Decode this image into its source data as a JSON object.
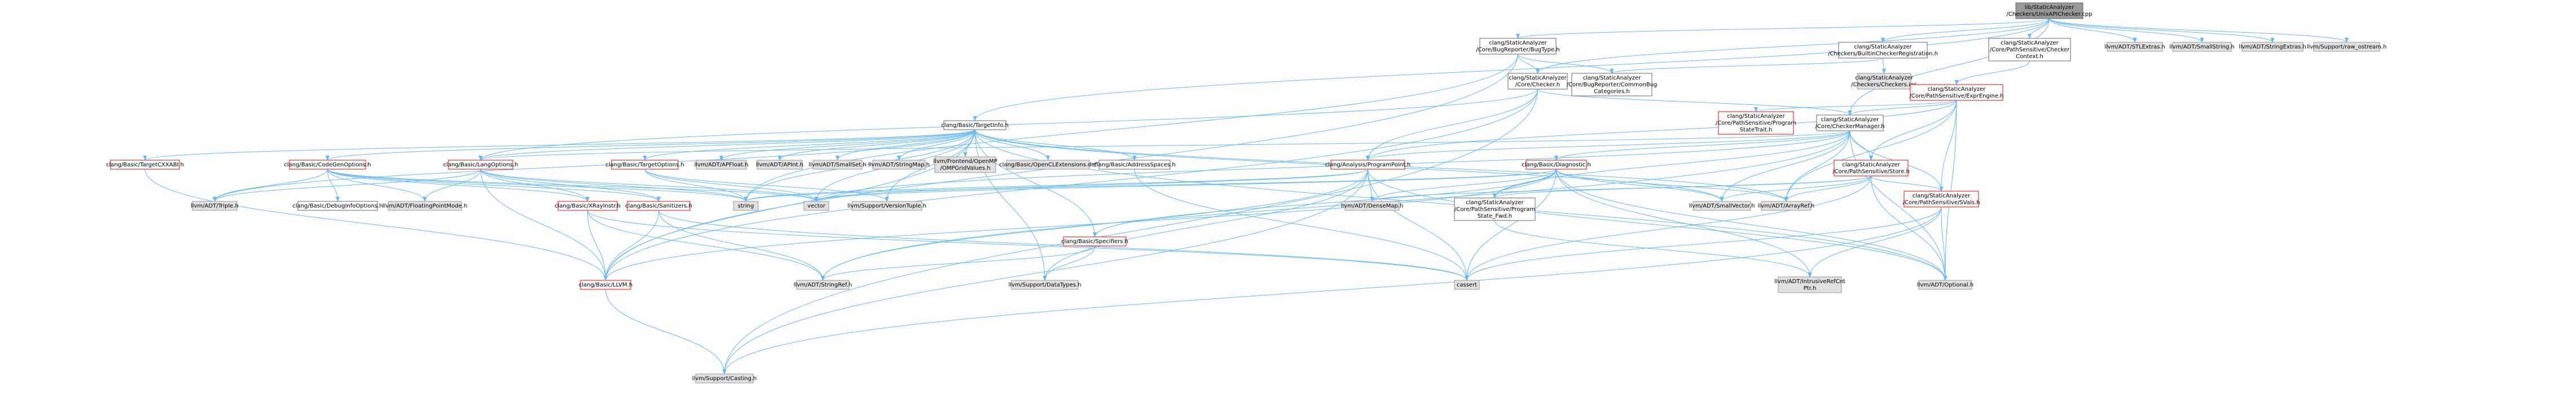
{
  "graph": {
    "nodes": [
      {
        "id": "root",
        "lines": [
          "lib/StaticAnalyzer",
          "/Checkers/UnixAPIChecker.cpp"
        ],
        "kind": "root"
      },
      {
        "id": "bugtype",
        "lines": [
          "clang/StaticAnalyzer",
          "/Core/BugReporter/BugType.h"
        ],
        "kind": "normal"
      },
      {
        "id": "bicr",
        "lines": [
          "clang/StaticAnalyzer",
          "/Checkers/BuiltinCheckerRegistration.h"
        ],
        "kind": "normal"
      },
      {
        "id": "checkerctx",
        "lines": [
          "clang/StaticAnalyzer",
          "/Core/PathSensitive/Checker",
          "Context.h"
        ],
        "kind": "normal"
      },
      {
        "id": "stlextras",
        "lines": [
          "llvm/ADT/STLExtras.h"
        ],
        "kind": "gray"
      },
      {
        "id": "smallstring",
        "lines": [
          "llvm/ADT/SmallString.h"
        ],
        "kind": "gray"
      },
      {
        "id": "stringextras",
        "lines": [
          "llvm/ADT/StringExtras.h"
        ],
        "kind": "gray"
      },
      {
        "id": "rawostream",
        "lines": [
          "llvm/Support/raw_ostream.h"
        ],
        "kind": "gray"
      },
      {
        "id": "checker",
        "lines": [
          "clang/StaticAnalyzer",
          "/Core/Checker.h"
        ],
        "kind": "normal"
      },
      {
        "id": "commonbugcat",
        "lines": [
          "clang/StaticAnalyzer",
          "/Core/BugReporter/CommonBug",
          "Categories.h"
        ],
        "kind": "normal"
      },
      {
        "id": "checkersinc",
        "lines": [
          "clang/StaticAnalyzer",
          "/Checkers/Checkers.inc"
        ],
        "kind": "gray"
      },
      {
        "id": "exprengine",
        "lines": [
          "clang/StaticAnalyzer",
          "/Core/PathSensitive/ExprEngine.h"
        ],
        "kind": "red"
      },
      {
        "id": "targetinfo",
        "lines": [
          "clang/Basic/TargetInfo.h"
        ],
        "kind": "normal"
      },
      {
        "id": "pstatetrait",
        "lines": [
          "clang/StaticAnalyzer",
          "/Core/PathSensitive/Program",
          "StateTrait.h"
        ],
        "kind": "red"
      },
      {
        "id": "checkermgr",
        "lines": [
          "clang/StaticAnalyzer",
          "/Core/CheckerManager.h"
        ],
        "kind": "normal"
      },
      {
        "id": "targetcxxabi",
        "lines": [
          "clang/Basic/TargetCXXABI.h"
        ],
        "kind": "red"
      },
      {
        "id": "codegenopts",
        "lines": [
          "clang/Basic/CodeGenOptions.h"
        ],
        "kind": "red"
      },
      {
        "id": "langopts",
        "lines": [
          "clang/Basic/LangOptions.h"
        ],
        "kind": "red"
      },
      {
        "id": "targetopts",
        "lines": [
          "clang/Basic/TargetOptions.h"
        ],
        "kind": "red"
      },
      {
        "id": "apfloat",
        "lines": [
          "llvm/ADT/APFloat.h"
        ],
        "kind": "gray"
      },
      {
        "id": "apint",
        "lines": [
          "llvm/ADT/APInt.h"
        ],
        "kind": "gray"
      },
      {
        "id": "smallset",
        "lines": [
          "llvm/ADT/SmallSet.h"
        ],
        "kind": "gray"
      },
      {
        "id": "stringmap",
        "lines": [
          "llvm/ADT/StringMap.h"
        ],
        "kind": "gray"
      },
      {
        "id": "openmp",
        "lines": [
          "llvm/Frontend/OpenMP",
          "/OMPGridValues.h"
        ],
        "kind": "gray"
      },
      {
        "id": "openclext",
        "lines": [
          "clang/Basic/OpenCLExtensions.def"
        ],
        "kind": "gray"
      },
      {
        "id": "addrspaces",
        "lines": [
          "clang/Basic/AddressSpaces.h"
        ],
        "kind": "normal"
      },
      {
        "id": "programpoint",
        "lines": [
          "clang/Analysis/ProgramPoint.h"
        ],
        "kind": "red"
      },
      {
        "id": "diagnostic",
        "lines": [
          "clang/Basic/Diagnostic.h"
        ],
        "kind": "red"
      },
      {
        "id": "store",
        "lines": [
          "clang/StaticAnalyzer",
          "/Core/PathSensitive/Store.h"
        ],
        "kind": "red"
      },
      {
        "id": "triple",
        "lines": [
          "llvm/ADT/Triple.h"
        ],
        "kind": "gray"
      },
      {
        "id": "debuginfo",
        "lines": [
          "clang/Basic/DebugInfoOptions.h"
        ],
        "kind": "normal"
      },
      {
        "id": "fpmode",
        "lines": [
          "llvm/ADT/FloatingPointMode.h"
        ],
        "kind": "gray"
      },
      {
        "id": "xray",
        "lines": [
          "clang/Basic/XRayInstr.h"
        ],
        "kind": "red"
      },
      {
        "id": "sanitizers",
        "lines": [
          "clang/Basic/Sanitizers.h"
        ],
        "kind": "red"
      },
      {
        "id": "string",
        "lines": [
          "string"
        ],
        "kind": "gray"
      },
      {
        "id": "vector",
        "lines": [
          "vector"
        ],
        "kind": "gray"
      },
      {
        "id": "versiontuple",
        "lines": [
          "llvm/Support/VersionTuple.h"
        ],
        "kind": "gray"
      },
      {
        "id": "specifiers",
        "lines": [
          "clang/Basic/Specifiers.h"
        ],
        "kind": "red"
      },
      {
        "id": "densemap",
        "lines": [
          "llvm/ADT/DenseMap.h"
        ],
        "kind": "gray"
      },
      {
        "id": "pstatefwd",
        "lines": [
          "clang/StaticAnalyzer",
          "/Core/PathSensitive/Program",
          "State_Fwd.h"
        ],
        "kind": "normal"
      },
      {
        "id": "smallvector",
        "lines": [
          "llvm/ADT/SmallVector.h"
        ],
        "kind": "gray"
      },
      {
        "id": "arrayref",
        "lines": [
          "llvm/ADT/ArrayRef.h"
        ],
        "kind": "gray"
      },
      {
        "id": "svals",
        "lines": [
          "clang/StaticAnalyzer",
          "/Core/PathSensitive/SVals.h"
        ],
        "kind": "red"
      },
      {
        "id": "llvmh",
        "lines": [
          "clang/Basic/LLVM.h"
        ],
        "kind": "red"
      },
      {
        "id": "stringref",
        "lines": [
          "llvm/ADT/StringRef.h"
        ],
        "kind": "gray"
      },
      {
        "id": "datatypes",
        "lines": [
          "llvm/Support/DataTypes.h"
        ],
        "kind": "gray"
      },
      {
        "id": "cassert",
        "lines": [
          "cassert"
        ],
        "kind": "gray"
      },
      {
        "id": "intrusiverefcnt",
        "lines": [
          "llvm/ADT/IntrusiveRefCnt",
          "Ptr.h"
        ],
        "kind": "gray"
      },
      {
        "id": "optional",
        "lines": [
          "llvm/ADT/Optional.h"
        ],
        "kind": "gray"
      },
      {
        "id": "casting",
        "lines": [
          "llvm/Support/Casting.h"
        ],
        "kind": "gray"
      }
    ],
    "edges": [
      [
        "root",
        "bugtype"
      ],
      [
        "root",
        "bicr"
      ],
      [
        "root",
        "checkerctx"
      ],
      [
        "root",
        "stlextras"
      ],
      [
        "root",
        "smallstring"
      ],
      [
        "root",
        "stringextras"
      ],
      [
        "root",
        "rawostream"
      ],
      [
        "root",
        "checker"
      ],
      [
        "root",
        "targetinfo"
      ],
      [
        "root",
        "checkermgr"
      ],
      [
        "bugtype",
        "checker"
      ],
      [
        "bugtype",
        "commonbugcat"
      ],
      [
        "bugtype",
        "llvmh"
      ],
      [
        "bugtype",
        "string"
      ],
      [
        "bicr",
        "commonbugcat"
      ],
      [
        "bicr",
        "checkersinc"
      ],
      [
        "checkerctx",
        "exprengine"
      ],
      [
        "checker",
        "checkermgr"
      ],
      [
        "checker",
        "programpoint"
      ],
      [
        "checker",
        "langopts"
      ],
      [
        "checker",
        "llvmh"
      ],
      [
        "checker",
        "casting"
      ],
      [
        "exprengine",
        "pstatetrait"
      ],
      [
        "exprengine",
        "checkermgr"
      ],
      [
        "exprengine",
        "store"
      ],
      [
        "exprengine",
        "svals"
      ],
      [
        "exprengine",
        "arrayref"
      ],
      [
        "exprengine",
        "optional"
      ],
      [
        "exprengine",
        "programpoint"
      ],
      [
        "checkermgr",
        "programpoint"
      ],
      [
        "checkermgr",
        "diagnostic"
      ],
      [
        "checkermgr",
        "store"
      ],
      [
        "checkermgr",
        "pstatefwd"
      ],
      [
        "checkermgr",
        "smallvector"
      ],
      [
        "checkermgr",
        "arrayref"
      ],
      [
        "checkermgr",
        "stringref"
      ],
      [
        "checkermgr",
        "svals"
      ],
      [
        "checkermgr",
        "langopts"
      ],
      [
        "checkermgr",
        "vector"
      ],
      [
        "checkermgr",
        "optional"
      ],
      [
        "targetinfo",
        "targetcxxabi"
      ],
      [
        "targetinfo",
        "codegenopts"
      ],
      [
        "targetinfo",
        "langopts"
      ],
      [
        "targetinfo",
        "targetopts"
      ],
      [
        "targetinfo",
        "apfloat"
      ],
      [
        "targetinfo",
        "apint"
      ],
      [
        "targetinfo",
        "smallset"
      ],
      [
        "targetinfo",
        "stringmap"
      ],
      [
        "targetinfo",
        "openmp"
      ],
      [
        "targetinfo",
        "openclext"
      ],
      [
        "targetinfo",
        "addrspaces"
      ],
      [
        "targetinfo",
        "specifiers"
      ],
      [
        "targetinfo",
        "triple"
      ],
      [
        "targetinfo",
        "versiontuple"
      ],
      [
        "targetinfo",
        "string"
      ],
      [
        "targetinfo",
        "vector"
      ],
      [
        "targetinfo",
        "datatypes"
      ],
      [
        "targetinfo",
        "optional"
      ],
      [
        "targetinfo",
        "arrayref"
      ],
      [
        "targetinfo",
        "smallvector"
      ],
      [
        "targetinfo",
        "llvmh"
      ],
      [
        "targetcxxabi",
        "llvmh"
      ],
      [
        "codegenopts",
        "debuginfo"
      ],
      [
        "codegenopts",
        "fpmode"
      ],
      [
        "codegenopts",
        "xray"
      ],
      [
        "codegenopts",
        "sanitizers"
      ],
      [
        "codegenopts",
        "triple"
      ],
      [
        "codegenopts",
        "string"
      ],
      [
        "codegenopts",
        "vector"
      ],
      [
        "langopts",
        "xray"
      ],
      [
        "langopts",
        "sanitizers"
      ],
      [
        "langopts",
        "llvmh"
      ],
      [
        "langopts",
        "fpmode"
      ],
      [
        "langopts",
        "triple"
      ],
      [
        "langopts",
        "string"
      ],
      [
        "langopts",
        "vector"
      ],
      [
        "targetopts",
        "string"
      ],
      [
        "targetopts",
        "vector"
      ],
      [
        "targetopts",
        "versiontuple"
      ],
      [
        "addrspaces",
        "cassert"
      ],
      [
        "programpoint",
        "densemap"
      ],
      [
        "programpoint",
        "optional"
      ],
      [
        "programpoint",
        "stringref"
      ],
      [
        "programpoint",
        "casting"
      ],
      [
        "programpoint",
        "datatypes"
      ],
      [
        "programpoint",
        "cassert"
      ],
      [
        "programpoint",
        "vector"
      ],
      [
        "programpoint",
        "string"
      ],
      [
        "diagnostic",
        "specifiers"
      ],
      [
        "diagnostic",
        "densemap"
      ],
      [
        "diagnostic",
        "smallvector"
      ],
      [
        "diagnostic",
        "arrayref"
      ],
      [
        "diagnostic",
        "intrusiverefcnt"
      ],
      [
        "diagnostic",
        "optional"
      ],
      [
        "diagnostic",
        "cassert"
      ],
      [
        "diagnostic",
        "string"
      ],
      [
        "diagnostic",
        "vector"
      ],
      [
        "diagnostic",
        "llvmh"
      ],
      [
        "diagnostic",
        "pstatefwd"
      ],
      [
        "store",
        "svals"
      ],
      [
        "store",
        "arrayref"
      ],
      [
        "store",
        "optional"
      ],
      [
        "store",
        "smallvector"
      ],
      [
        "store",
        "cassert"
      ],
      [
        "store",
        "densemap"
      ],
      [
        "store",
        "pstatefwd"
      ],
      [
        "xray",
        "stringref"
      ],
      [
        "xray",
        "llvmh"
      ],
      [
        "xray",
        "cassert"
      ],
      [
        "sanitizers",
        "stringref"
      ],
      [
        "sanitizers",
        "llvmh"
      ],
      [
        "sanitizers",
        "cassert"
      ],
      [
        "specifiers",
        "stringref"
      ],
      [
        "specifiers",
        "datatypes"
      ],
      [
        "pstatefwd",
        "intrusiverefcnt"
      ],
      [
        "svals",
        "optional"
      ],
      [
        "svals",
        "casting"
      ],
      [
        "svals",
        "cassert"
      ],
      [
        "svals",
        "intrusiverefcnt"
      ],
      [
        "llvmh",
        "casting"
      ]
    ]
  }
}
